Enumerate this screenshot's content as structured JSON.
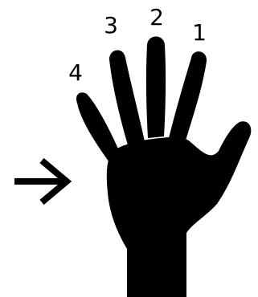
{
  "labels": {
    "finger_1": "1",
    "finger_2": "2",
    "finger_3": "3",
    "finger_4": "4"
  },
  "icons": {
    "hand": "hand-silhouette-icon",
    "arrow": "arrow-right-icon"
  },
  "colors": {
    "silhouette": "#000000",
    "background": "#ffffff"
  }
}
